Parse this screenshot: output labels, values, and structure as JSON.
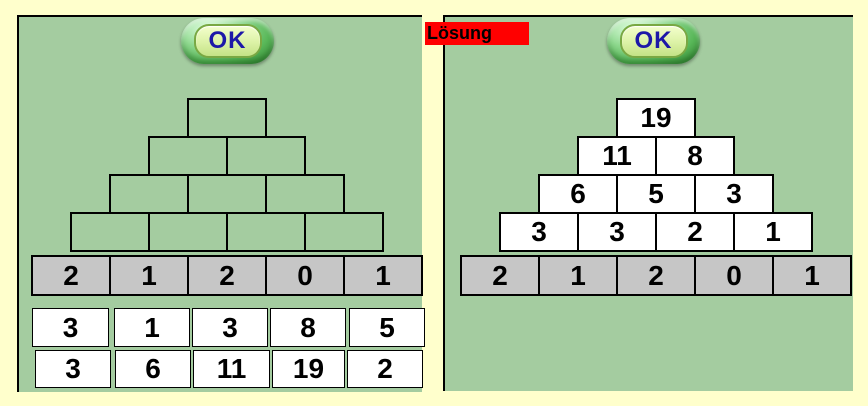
{
  "colors": {
    "background_cream": "#ffffcc",
    "panel_green": "#a4cca0",
    "base_cell_gray": "#c6c6c6",
    "highlight_red": "#ff0000",
    "button_text_navy": "#1d18a8",
    "border_black": "#000000"
  },
  "left_panel": {
    "ok_button_label": "OK",
    "pyramid": {
      "rows": [
        [
          ""
        ],
        [
          "",
          ""
        ],
        [
          "",
          "",
          ""
        ],
        [
          "",
          "",
          "",
          ""
        ]
      ],
      "base_row": [
        "2",
        "1",
        "2",
        "0",
        "1"
      ]
    },
    "tile_rows": [
      [
        "3",
        "1",
        "3",
        "8",
        "5"
      ],
      [
        "3",
        "6",
        "11",
        "19",
        "2"
      ]
    ]
  },
  "solution_panel": {
    "label": "Lösung",
    "ok_button_label": "OK",
    "pyramid": {
      "rows": [
        [
          "19"
        ],
        [
          "11",
          "8"
        ],
        [
          "6",
          "5",
          "3"
        ],
        [
          "3",
          "3",
          "2",
          "1"
        ]
      ],
      "base_row": [
        "2",
        "1",
        "2",
        "0",
        "1"
      ]
    }
  }
}
